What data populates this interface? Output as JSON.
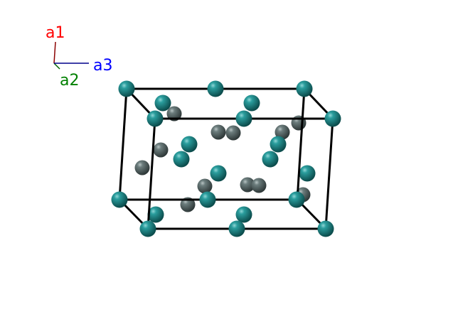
{
  "axes": {
    "a1": {
      "label": "a1",
      "color": "#ff0000",
      "line_color": "#8b0000"
    },
    "a2": {
      "label": "a2",
      "color": "#008000",
      "line_color": "#006400"
    },
    "a3": {
      "label": "a3",
      "color": "#0000ff",
      "line_color": "#00008b"
    }
  },
  "atom_colors": {
    "teal": "#1c8a8a",
    "gray": "#5f6f6f"
  },
  "cell_line_color": "#000000"
}
